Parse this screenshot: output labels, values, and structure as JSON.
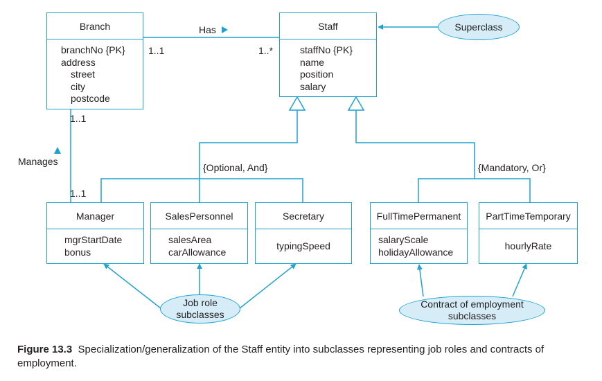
{
  "classes": {
    "branch": {
      "name": "Branch",
      "attributes": [
        "branchNo {PK}",
        "address",
        "street",
        "city",
        "postcode"
      ]
    },
    "staff": {
      "name": "Staff",
      "attributes": [
        "staffNo {PK}",
        "name",
        "position",
        "salary"
      ]
    },
    "manager": {
      "name": "Manager",
      "attributes": [
        "mgrStartDate",
        "bonus"
      ]
    },
    "salespersonnel": {
      "name": "SalesPersonnel",
      "attributes": [
        "salesArea",
        "carAllowance"
      ]
    },
    "secretary": {
      "name": "Secretary",
      "attributes": [
        "typingSpeed"
      ]
    },
    "fulltimepermanent": {
      "name": "FullTimePermanent",
      "attributes": [
        "salaryScale",
        "holidayAllowance"
      ]
    },
    "parttimetemporary": {
      "name": "PartTimeTemporary",
      "attributes": [
        "hourlyRate"
      ]
    }
  },
  "associations": {
    "has": {
      "label": "Has",
      "branch_multiplicity": "1..1",
      "staff_multiplicity": "1..*"
    },
    "manages": {
      "label": "Manages",
      "branch_multiplicity": "1..1",
      "manager_multiplicity": "1..1"
    }
  },
  "constraints": {
    "job_roles": "{Optional, And}",
    "contracts": "{Mandatory, Or}"
  },
  "notes": {
    "superclass": "Superclass",
    "job_role_line1": "Job role",
    "job_role_line2": "subclasses",
    "contract_line1": "Contract of employment",
    "contract_line2": "subclasses"
  },
  "caption": {
    "label": "Figure 13.3",
    "text": "Specialization/generalization of the Staff entity into subclasses representing job roles and contracts of employment."
  },
  "colors": {
    "line": "#1fa2d0",
    "note_fill": "#d6edf8",
    "text": "#231f20"
  }
}
